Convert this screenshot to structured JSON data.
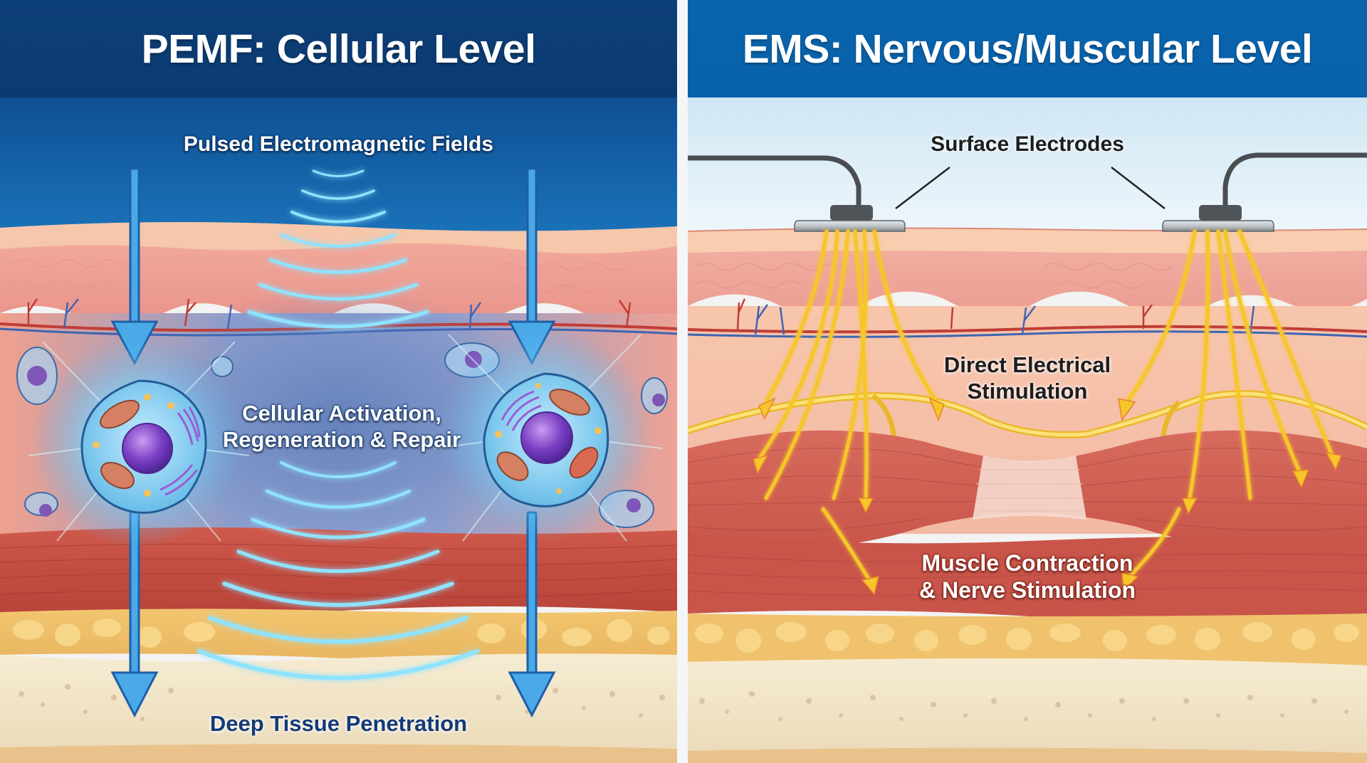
{
  "left_panel": {
    "title": "PEMF: Cellular Level",
    "header_color": "#0b3c74",
    "labels": {
      "top": "Pulsed Electromagnetic Fields",
      "middle_line1": "Cellular Activation,",
      "middle_line2": "Regeneration & Repair",
      "bottom": "Deep Tissue Penetration"
    },
    "illustration": {
      "elements": [
        "downward-arrows",
        "field-wave-arcs",
        "activated-cells",
        "skin-layers",
        "muscle-layer",
        "fat-layer",
        "bone-layer"
      ],
      "accent_color": "#3aa9ea"
    }
  },
  "right_panel": {
    "title": "EMS: Nervous/Muscular Level",
    "header_color": "#0863ab",
    "labels": {
      "top": "Surface Electrodes",
      "middle_line1": "Direct Electrical",
      "middle_line2": "Stimulation",
      "bottom_line1": "Muscle Contraction",
      "bottom_line2": "& Nerve Stimulation"
    },
    "illustration": {
      "elements": [
        "electrodes-with-cables",
        "electrical-current-arrows",
        "nerve-fiber",
        "skin-layers",
        "contracting-muscle",
        "fat-layer",
        "bone-layer"
      ],
      "accent_color": "#f5c022"
    }
  }
}
